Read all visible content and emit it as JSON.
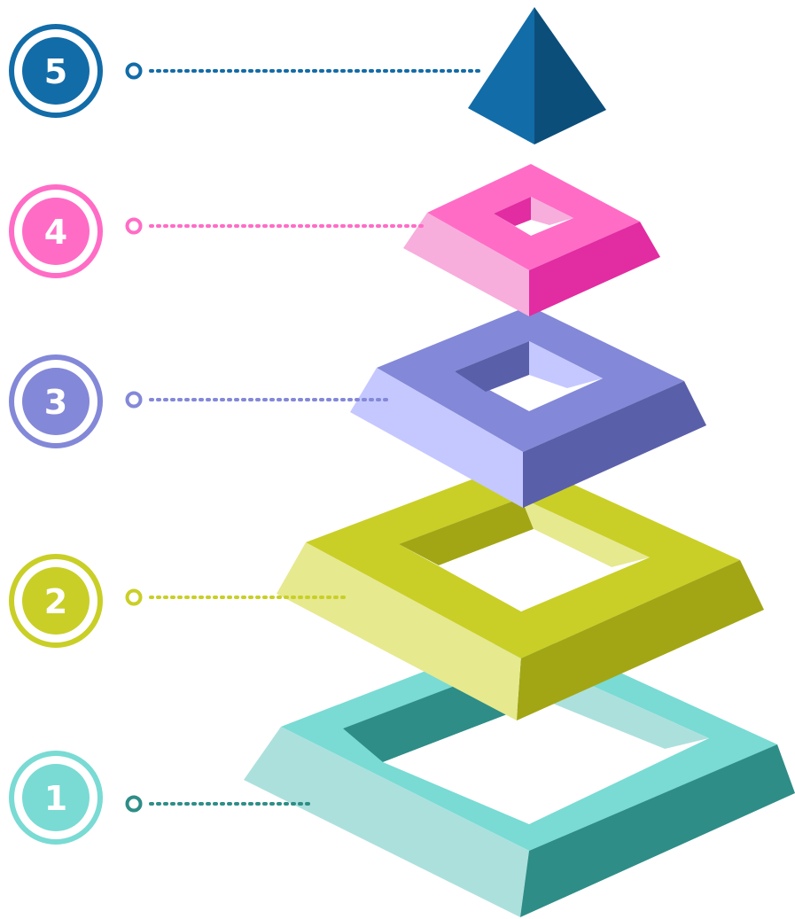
{
  "levels": [
    {
      "number": "1",
      "color": "#79DBD4",
      "dark": "#2E8D87",
      "light": "#ACE0DD",
      "connector_color": "#2E8D87"
    },
    {
      "number": "2",
      "color": "#C9CF26",
      "dark": "#A2A614",
      "light": "#E6E98E",
      "connector_color": "#C9CF26"
    },
    {
      "number": "3",
      "color": "#8388D8",
      "dark": "#5A5FAA",
      "light": "#C5C8FF",
      "connector_color": "#8388D8"
    },
    {
      "number": "4",
      "color": "#FF6CC6",
      "dark": "#E22CA1",
      "light": "#F7AEDC",
      "connector_color": "#FF6CC6"
    },
    {
      "number": "5",
      "color": "#126CA8",
      "dark": "#0B4E7A",
      "light": "#126CA8",
      "connector_color": "#126CA8"
    }
  ],
  "shape": "stacked-pyramid-frames-with-cone-top"
}
